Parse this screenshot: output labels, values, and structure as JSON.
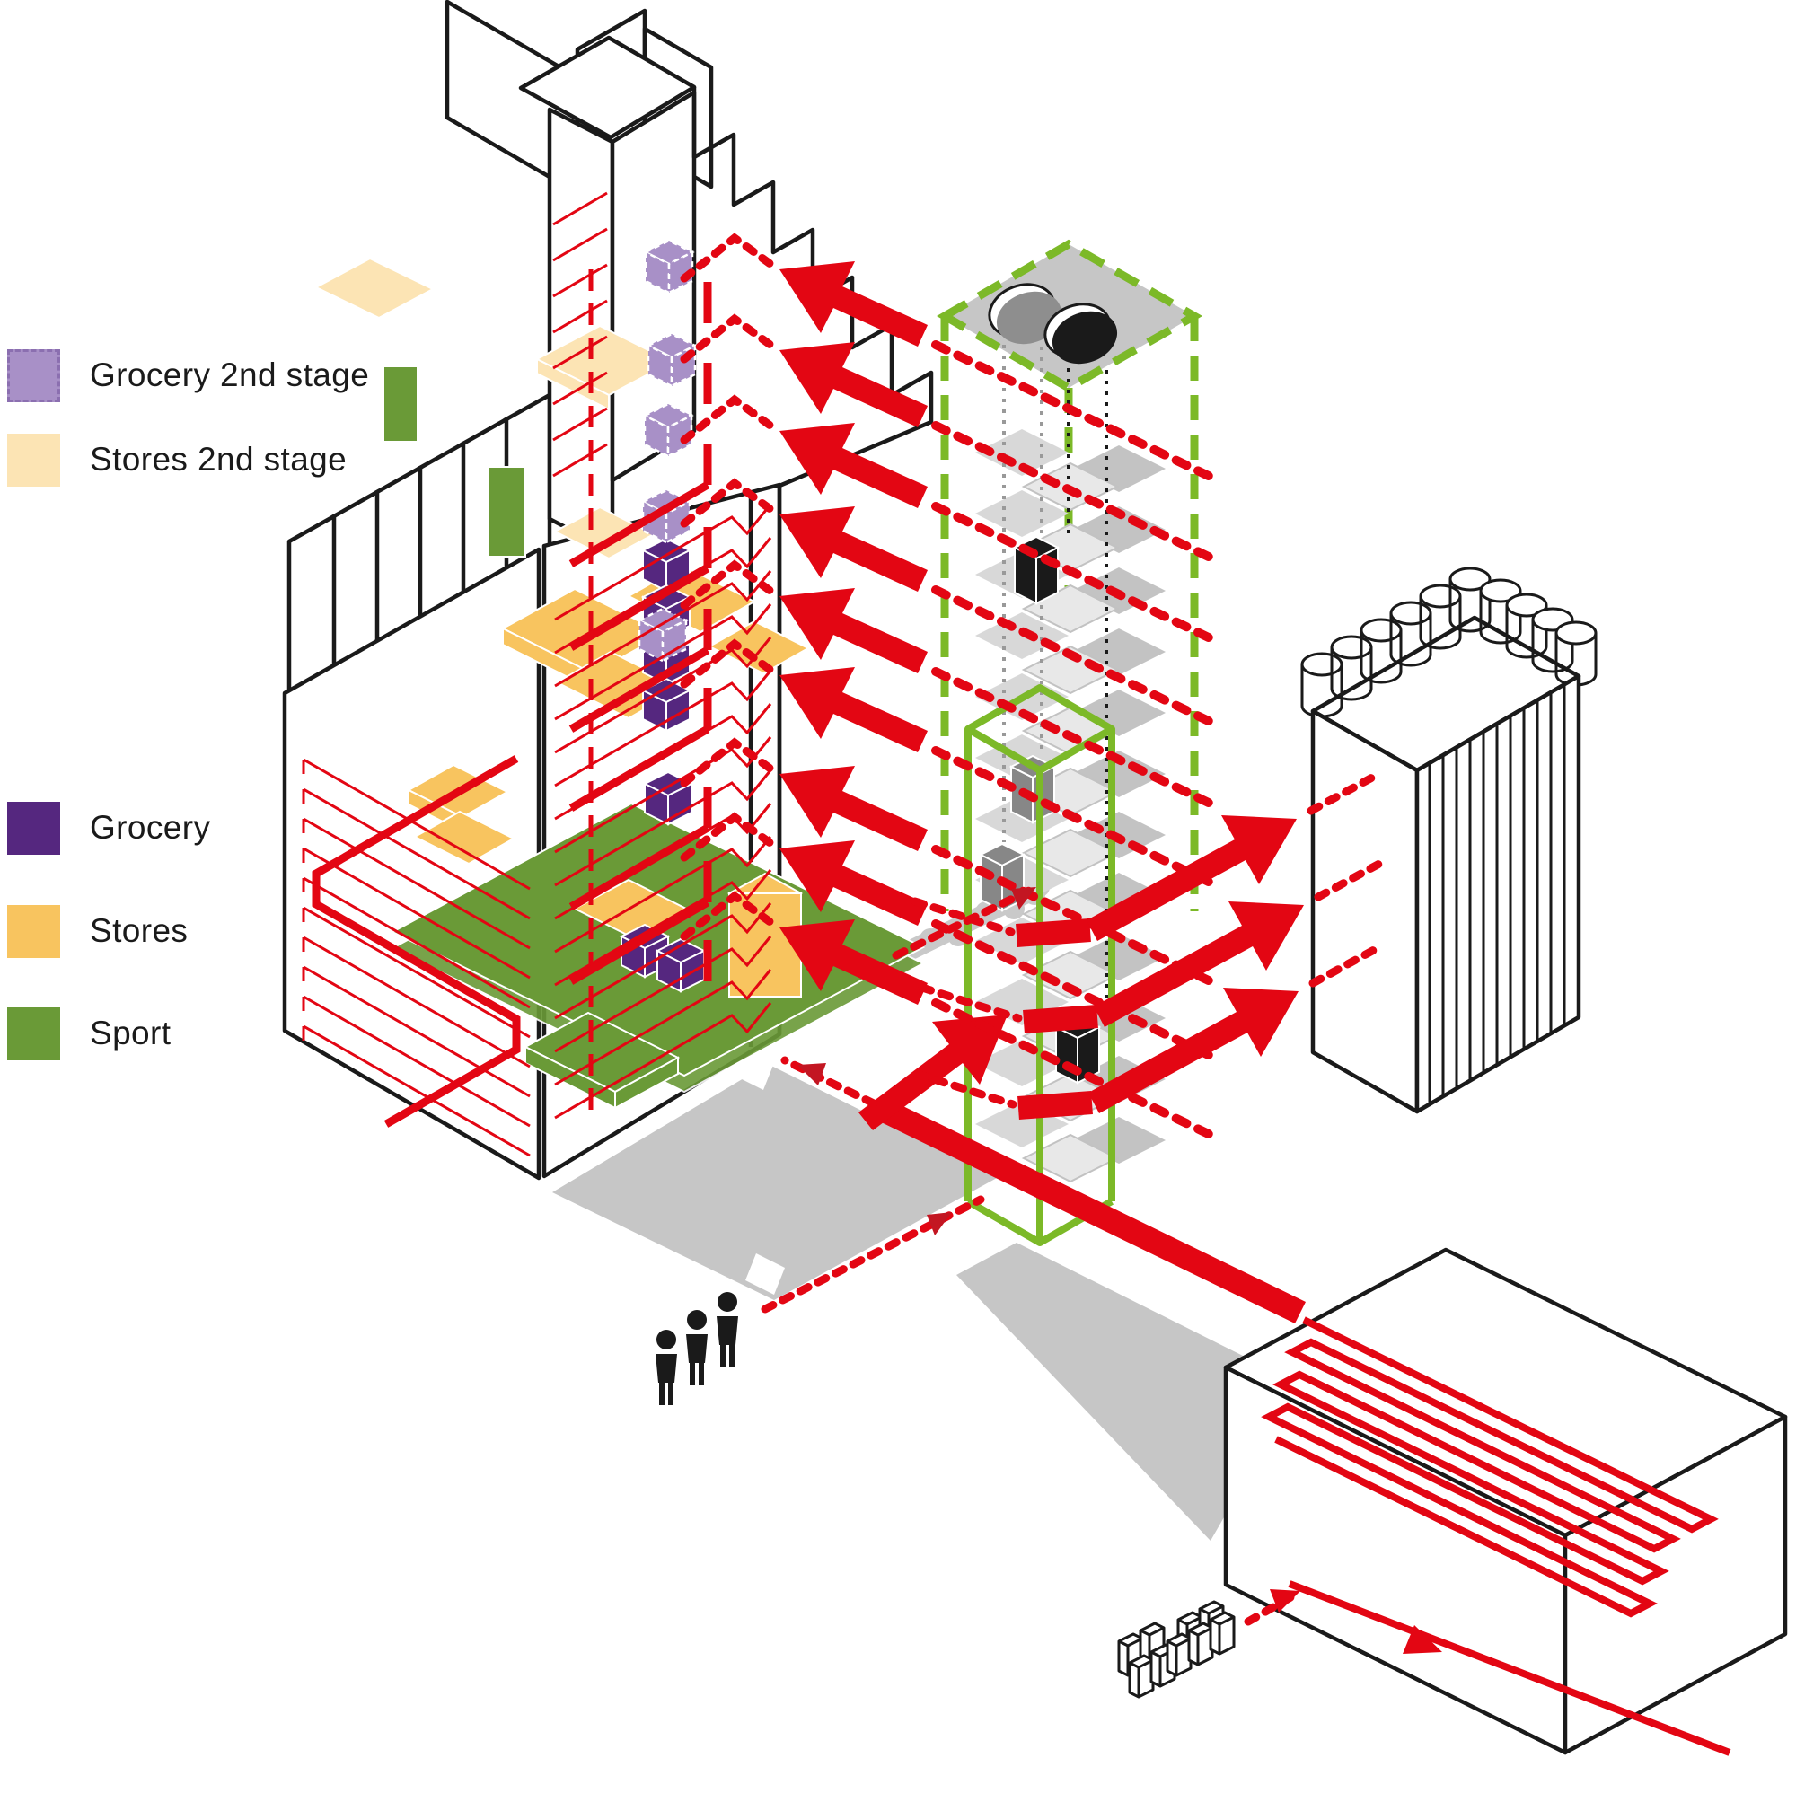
{
  "page": {
    "background": "#ffffff"
  },
  "legend": {
    "items": [
      {
        "id": "grocery-2nd-stage",
        "label": "Grocery 2nd stage",
        "color": "#A890C7",
        "swatch_style": "dashed"
      },
      {
        "id": "stores-2nd-stage",
        "label": "Stores 2nd stage",
        "color": "#FCE4B4",
        "swatch_style": "solid"
      },
      {
        "id": "grocery",
        "label": "Grocery",
        "color": "#55277F",
        "swatch_style": "solid"
      },
      {
        "id": "stores",
        "label": "Stores",
        "color": "#F8C45F",
        "swatch_style": "solid"
      },
      {
        "id": "sport",
        "label": "Sport",
        "color": "#6A9A37",
        "swatch_style": "solid"
      }
    ]
  },
  "colors": {
    "red": "#E30613",
    "darkred": "#C31622",
    "black": "#1A1A1A",
    "gray": "#C6C6C6",
    "limegreen": "#7CB928",
    "purple": "#55277F",
    "lpurple": "#A890C7",
    "orange": "#F8C45F",
    "lorange": "#FCE4B4",
    "green": "#6A9A37"
  },
  "diagram": {
    "buildings": [
      {
        "id": "main-tower"
      },
      {
        "id": "elevator-shaft"
      },
      {
        "id": "silo-building"
      },
      {
        "id": "warehouse-building"
      }
    ],
    "flows": {
      "flow_color": "#E30613",
      "tower_arrow_count": 9,
      "silo_arrow_count": 3,
      "people_count": 3,
      "carton_count": 9
    }
  }
}
